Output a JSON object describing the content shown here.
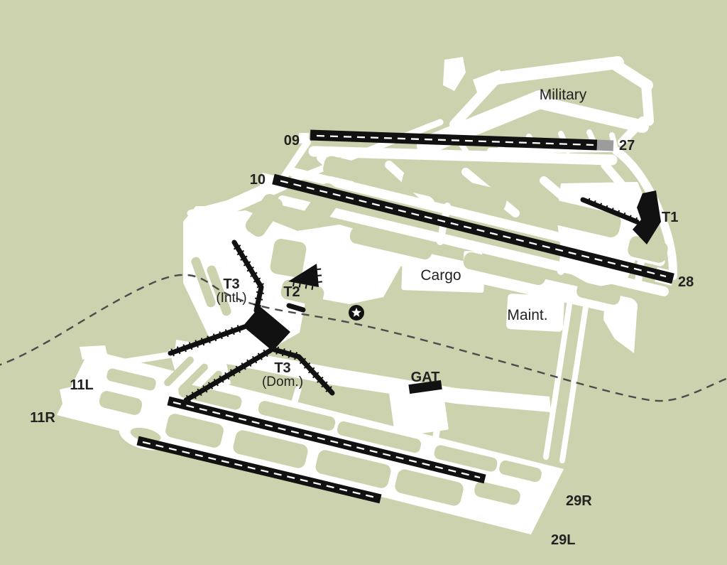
{
  "colors": {
    "field": "#cdd2ae",
    "pavement": "#ffffff",
    "runway": "#111111",
    "displaced": "#9c9c9c",
    "road": "#4c4c4c",
    "label": "#222222"
  },
  "runways": {
    "r09": "09",
    "r27": "27",
    "r10": "10",
    "r28": "28",
    "r11l": "11L",
    "r11r": "11R",
    "r29r": "29R",
    "r29l": "29L"
  },
  "terminals": {
    "t1": "T1",
    "t2": "T2",
    "t3_intl": "T3",
    "t3_intl_sub": "(Intl.)",
    "t3_dom": "T3",
    "t3_dom_sub": "(Dom.)"
  },
  "areas": {
    "military": "Military",
    "cargo": "Cargo",
    "maint": "Maint.",
    "gat": "GAT"
  },
  "icons": {
    "reference_point": "star-icon"
  }
}
